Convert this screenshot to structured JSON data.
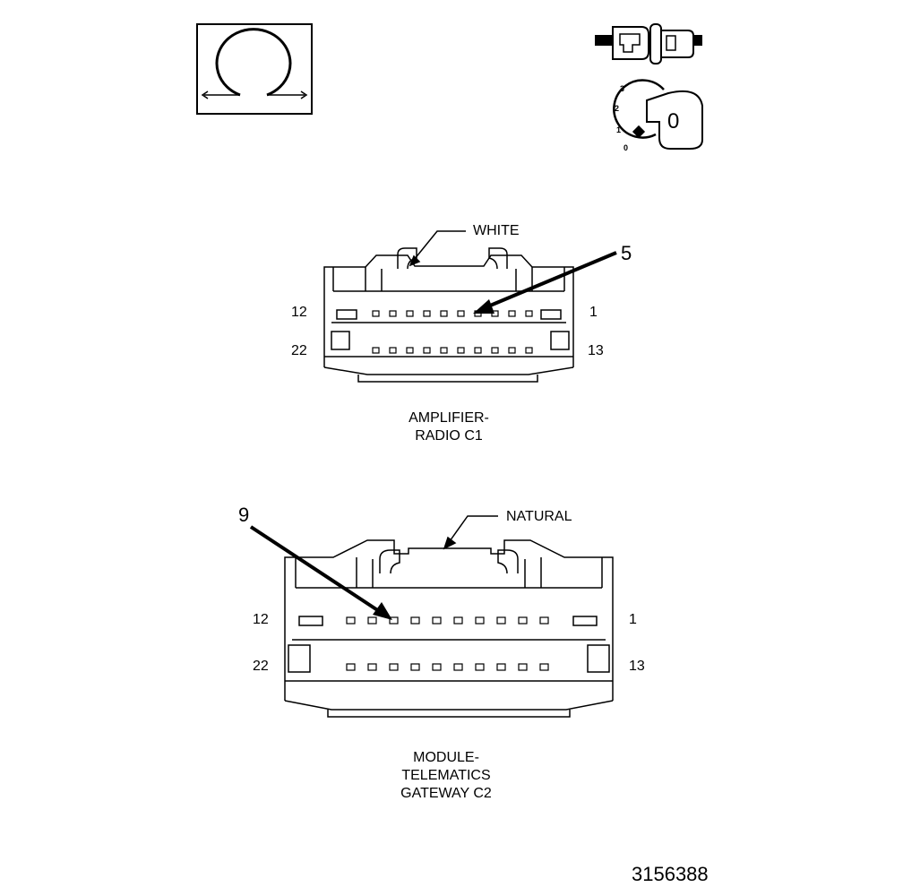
{
  "icons": {
    "loop_icon": "loop-arrow-icon",
    "connector_icon": "inline-connector-icon",
    "selector_icon": "rotary-selector-icon",
    "selector_ticks": [
      "3",
      "2",
      "1",
      "0"
    ],
    "selector_knob_label": "0"
  },
  "connectors": [
    {
      "color_callout": "WHITE",
      "highlight_pin_callout": "5",
      "pin_left_top": "12",
      "pin_right_top": "1",
      "pin_left_bottom": "22",
      "pin_right_bottom": "13",
      "name_lines": [
        "AMPLIFIER-",
        "RADIO C1"
      ]
    },
    {
      "color_callout": "NATURAL",
      "highlight_pin_callout": "9",
      "pin_left_top": "12",
      "pin_right_top": "1",
      "pin_left_bottom": "22",
      "pin_right_bottom": "13",
      "name_lines": [
        "MODULE-",
        "TELEMATICS",
        "GATEWAY C2"
      ]
    }
  ],
  "doc_id": "3156388"
}
